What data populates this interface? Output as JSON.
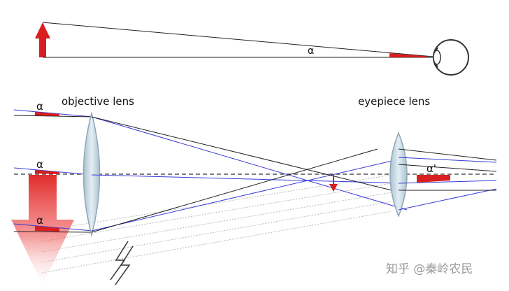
{
  "labels": {
    "alpha_top": "α",
    "alpha_1": "α",
    "alpha_2": "α",
    "alpha_3": "α",
    "alpha_prime": "α'",
    "objective_lens": "objective lens",
    "eyepiece_lens": "eyepiece lens"
  },
  "watermark": "知乎 @秦岭农民",
  "colors": {
    "ray_black": "#222222",
    "ray_blue": "#3a3ad8",
    "arrow_red": "#d81e1e",
    "lens_fill": "#cfe0ea",
    "lens_stroke": "#8fa7b5",
    "dashed_axis": "#333333",
    "dotted_rays": "#b8b8b8"
  }
}
